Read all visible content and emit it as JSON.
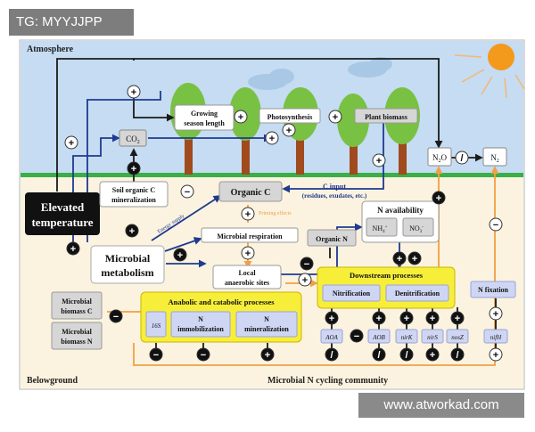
{
  "watermark_top": "TG: MYYJJPP",
  "watermark_bottom": "www.atworkad.com",
  "colors": {
    "sky": "#c5dcf2",
    "soil": "#fbf3df",
    "ground_line": "#3cae49",
    "blue_arrow": "#1f3a8f",
    "orange_arrow": "#f0a045",
    "dark_arrow": "#1b1b1b",
    "yellow_group": "#f7ee3a",
    "gene_box": "#cfd6f4",
    "grey_box": "#d6d6d6",
    "tree_crown": "#79c143",
    "tree_trunk": "#a04a1d",
    "sun": "#f39a1c"
  },
  "diagram": {
    "atmosphere_label": "Atmosphere",
    "belowground_label": "Belowground",
    "community_label": "Microbial N cycling community",
    "elevated_temperature": [
      "Elevated",
      "temperature"
    ],
    "growing_season": [
      "Growing",
      "season length"
    ],
    "photosynthesis": "Photosynthesis",
    "plant_biomass": "Plant biomass",
    "co2": "CO",
    "co2_sub": "2",
    "n2o": "N",
    "n2o_sub": "2",
    "n2o_tail": "O",
    "n2": "N",
    "n2_sub": "2",
    "soil_organic_c": [
      "Soil organic C",
      "mineralization"
    ],
    "organic_c": "Organic  C",
    "c_input": [
      "C input",
      "(residues, exudates, etc.)"
    ],
    "energy_supply": "Energy supply",
    "priming_effects": "Priming effects",
    "microbial_metabolism": [
      "Microbial",
      "metabolism"
    ],
    "microbial_respiration": "Microbial respiration",
    "organic_n": "Organic N",
    "local_anaerobic": [
      "Local",
      "anaerobic sites"
    ],
    "n_availability": "N availability",
    "nh4": "NH",
    "nh4_sub": "4",
    "nh4_sup": "+",
    "no3": "NO",
    "no3_sub": "3",
    "no3_sup": "-",
    "downstream_processes": "Downstream processes",
    "nitrification": "Nitrification",
    "denitrification": "Denitrification",
    "n_fixation": "N fixation",
    "anabolic_catabolic": "Anabolic and catabolic processes",
    "sixteen_s": "16S",
    "n_immobilization": [
      "N",
      "immobilization"
    ],
    "n_mineralization": [
      "N",
      "mineralization"
    ],
    "microbial_biomass_c": [
      "Microbial",
      "biomass C"
    ],
    "microbial_biomass_n": [
      "Microbial",
      "biomass N"
    ],
    "genes": [
      "AOA",
      "AOB",
      "nirK",
      "nirS",
      "nosZ",
      "nifH"
    ],
    "plus": "+",
    "minus": "−"
  }
}
